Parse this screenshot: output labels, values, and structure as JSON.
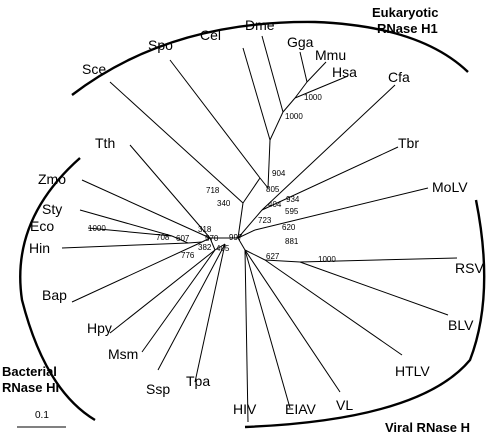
{
  "tree": {
    "leaves": {
      "sce": "Sce",
      "spo": "Spo",
      "cel": "Cel",
      "dme": "Dme",
      "gga": "Gga",
      "mmu": "Mmu",
      "hsa": "Hsa",
      "cfa": "Cfa",
      "tbr": "Tbr",
      "molv": "MoLV",
      "rsv": "RSV",
      "blv": "BLV",
      "htlv": "HTLV",
      "vl": "VL",
      "eiav": "EIAV",
      "hiv": "HIV",
      "tpa": "Tpa",
      "ssp": "Ssp",
      "msm": "Msm",
      "hpy": "Hpy",
      "bap": "Bap",
      "hin": "Hin",
      "eco": "Eco",
      "sty": "Sty",
      "zmo": "Zmo",
      "tth": "Tth"
    },
    "bootstrap": {
      "b1000_hsa": "1000",
      "b1000_mmu": "1000",
      "b904": "904",
      "b718": "718",
      "b805": "805",
      "b340": "340",
      "b404": "404",
      "b934": "934",
      "b595": "595",
      "b620": "620",
      "b881": "881",
      "b1000_rsv": "1000",
      "b723": "723",
      "b627": "627",
      "b997": "997",
      "b405": "405",
      "b318": "318",
      "b570": "570",
      "b382": "382",
      "b776": "776",
      "b708": "708",
      "b607": "607",
      "b1000_eco": "1000"
    },
    "groups": {
      "eukaryotic_line1": "Eukaryotic",
      "eukaryotic_line2": "RNase H1",
      "bacterial_line1": "Bacterial",
      "bacterial_line2": "RNase HI",
      "viral": "Viral RNase H"
    },
    "scale_bar_label": "0.1"
  }
}
